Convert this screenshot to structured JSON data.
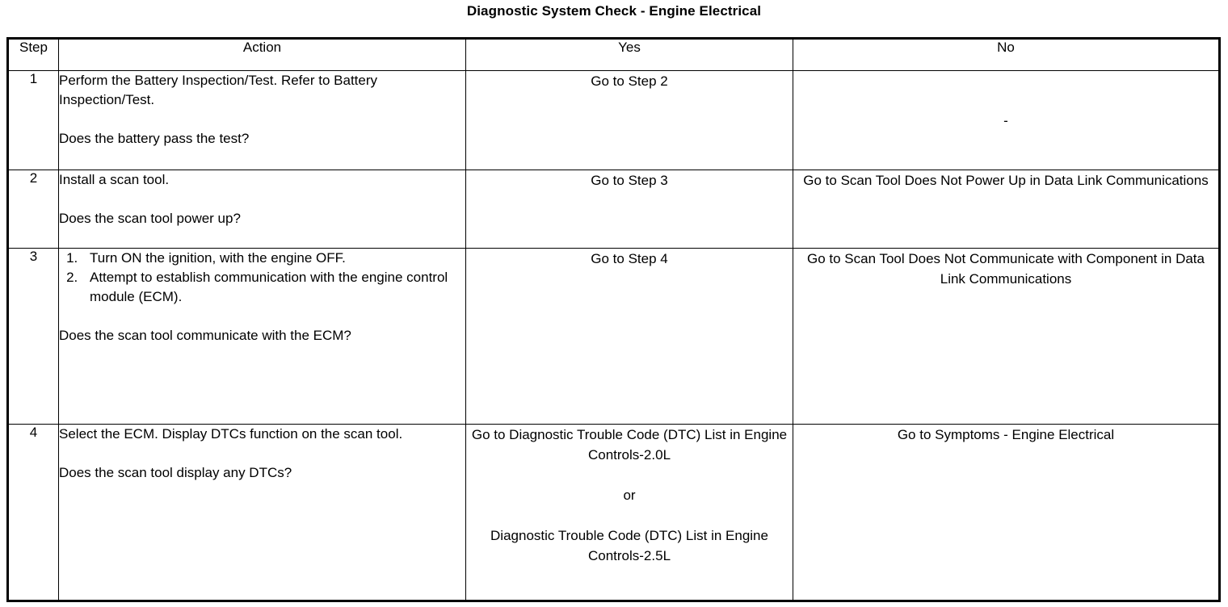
{
  "document": {
    "title": "Diagnostic System Check - Engine Electrical"
  },
  "table": {
    "headers": {
      "step": "Step",
      "action": "Action",
      "yes": "Yes",
      "no": "No"
    },
    "rows": [
      {
        "step": "1",
        "action": {
          "intro": "Perform the Battery Inspection/Test. Refer to Battery Inspection/Test.",
          "question": "Does the battery pass the test?"
        },
        "yes": {
          "line1": "Go to Step 2"
        },
        "no": {
          "line1": "-"
        }
      },
      {
        "step": "2",
        "action": {
          "intro": "Install a scan tool.",
          "question": "Does the scan tool power up?"
        },
        "yes": {
          "line1": "Go to Step 3"
        },
        "no": {
          "line1": "Go to Scan Tool Does Not Power Up in Data Link Communications"
        }
      },
      {
        "step": "3",
        "action": {
          "list": [
            "Turn ON the ignition, with the engine OFF.",
            "Attempt to establish communication with the engine control module (ECM)."
          ],
          "question": "Does the scan tool communicate with the ECM?"
        },
        "yes": {
          "line1": "Go to Step 4"
        },
        "no": {
          "line1": "Go to Scan Tool Does Not Communicate with Component in Data Link Communications"
        }
      },
      {
        "step": "4",
        "action": {
          "intro": "Select the ECM. Display DTCs function on the scan tool.",
          "question": "Does the scan tool display any DTCs?"
        },
        "yes": {
          "line1": "Go to Diagnostic Trouble Code (DTC) List in Engine Controls-2.0L",
          "line2": "or",
          "line3": "Diagnostic Trouble Code (DTC) List in Engine Controls-2.5L"
        },
        "no": {
          "line1": "Go to Symptoms - Engine Electrical"
        }
      }
    ]
  },
  "colors": {
    "text": "#000000",
    "background": "#ffffff",
    "border": "#000000"
  }
}
